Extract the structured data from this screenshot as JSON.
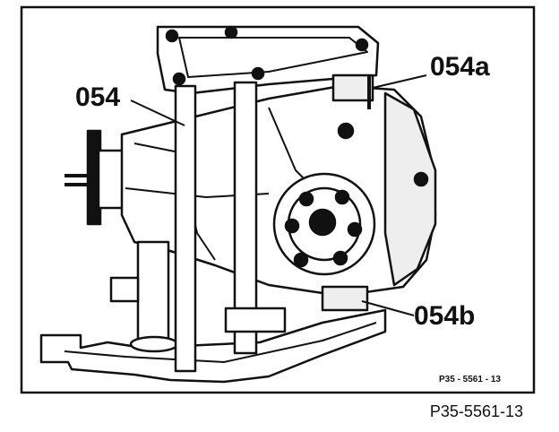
{
  "callouts": {
    "tool_054": "054",
    "tool_054a": "054a",
    "tool_054b": "054b"
  },
  "frame_code": "P35 - 5561 - 13",
  "caption": "P35-5561-13"
}
